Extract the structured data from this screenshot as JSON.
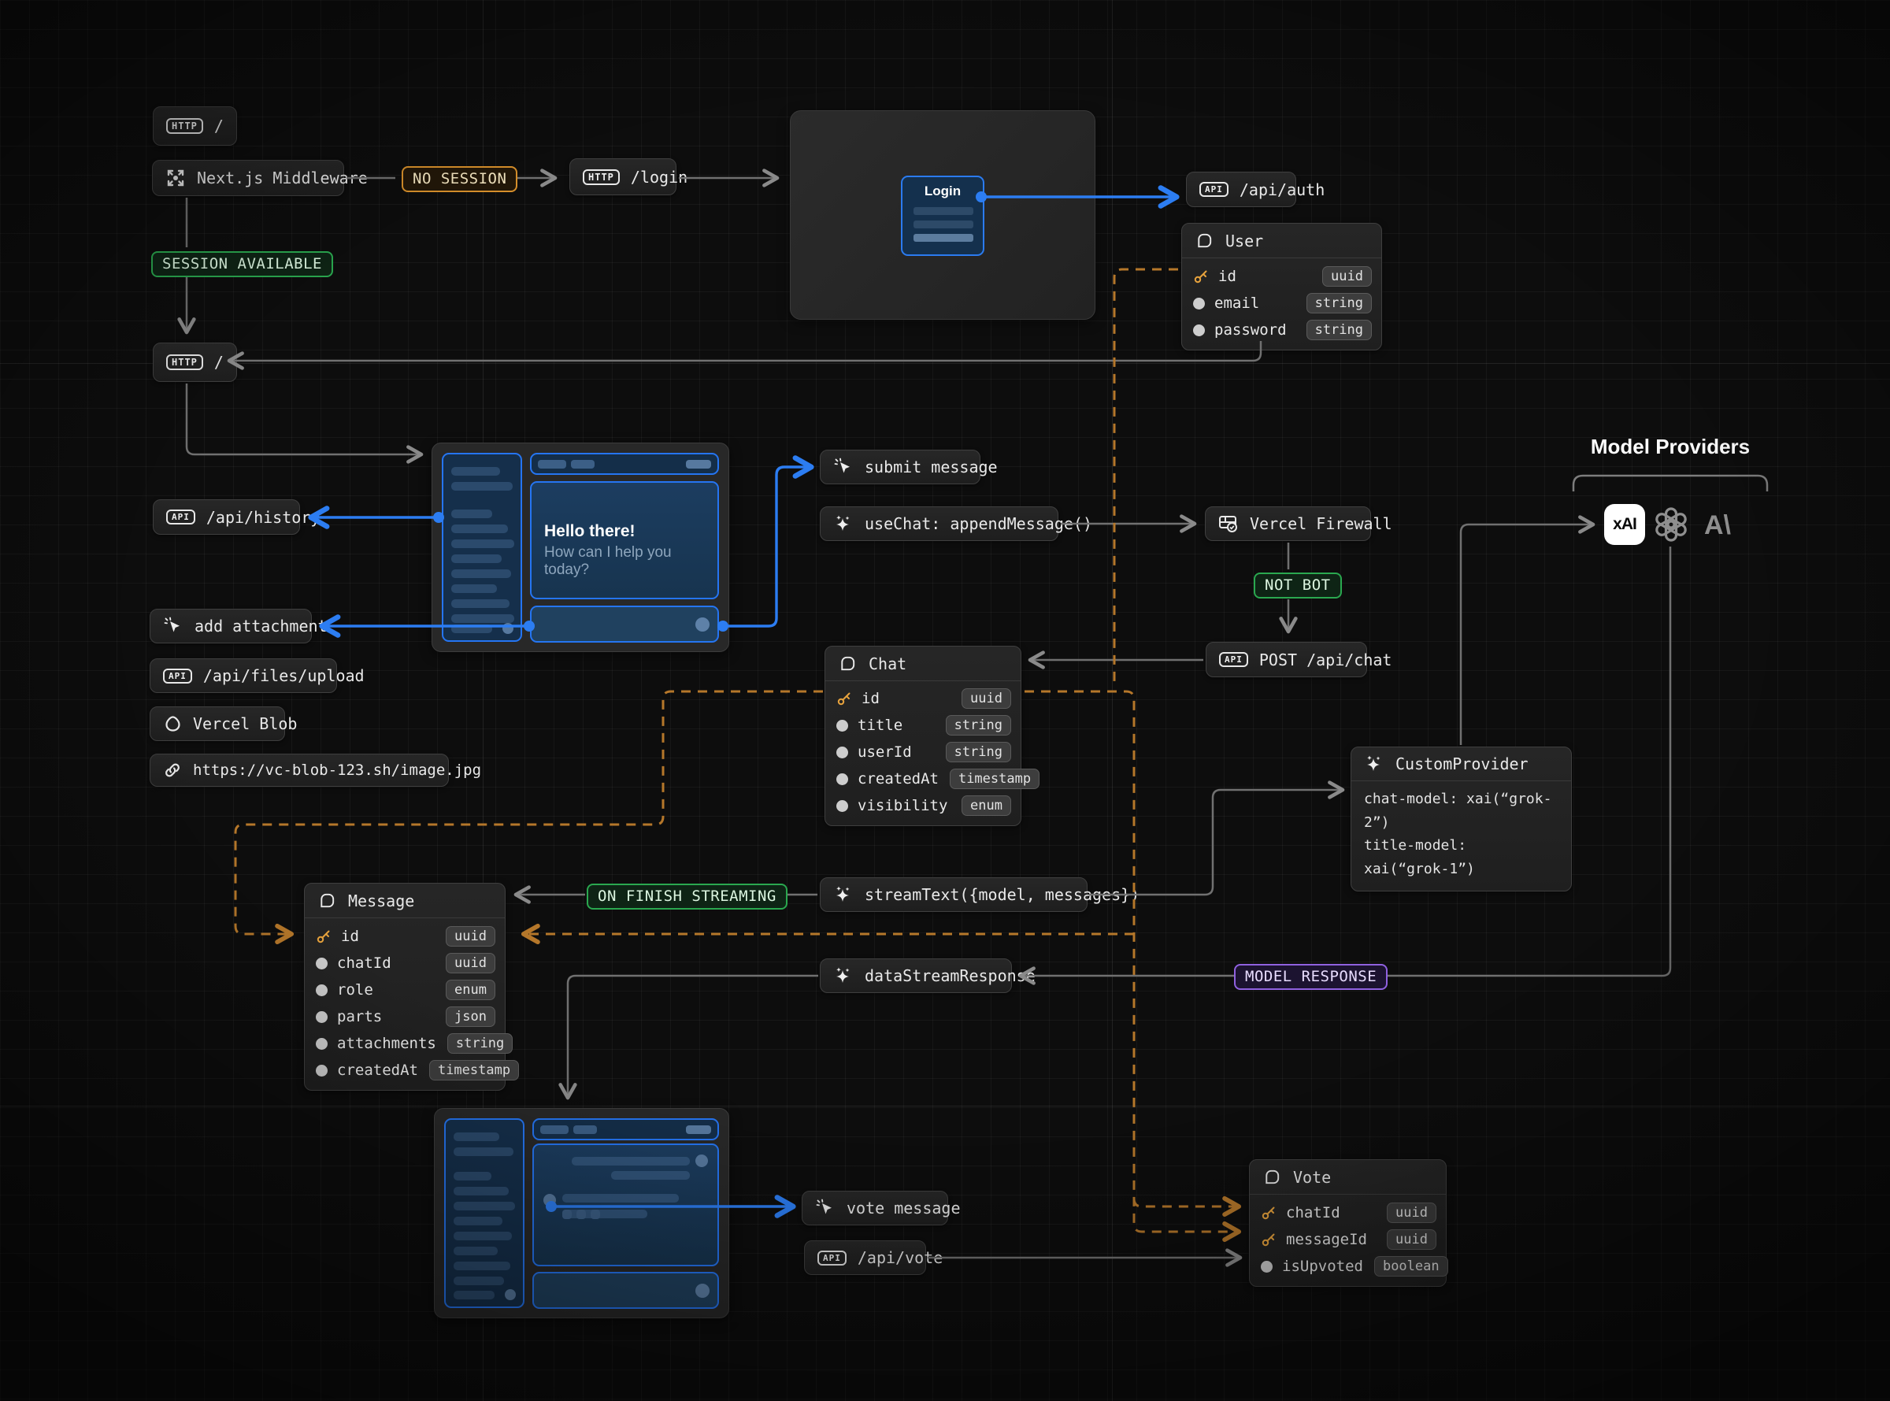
{
  "labels": {
    "no_session": "NO SESSION",
    "session_available": "SESSION AVAILABLE",
    "not_bot": "NOT BOT",
    "on_finish_streaming": "ON FINISH STREAMING",
    "model_response": "MODEL RESPONSE",
    "model_providers": "Model Providers",
    "login_title": "Login",
    "hello_title": "Hello there!",
    "hello_sub": "How can I help you today?"
  },
  "nodes": {
    "http_root_1": {
      "badge": "HTTP",
      "label": "/"
    },
    "middleware": {
      "label": "Next.js Middleware"
    },
    "http_login": {
      "badge": "HTTP",
      "label": "/login"
    },
    "api_auth": {
      "badge": "API",
      "label": "/api/auth"
    },
    "http_root_2": {
      "badge": "HTTP",
      "label": "/"
    },
    "api_history": {
      "badge": "API",
      "label": "/api/history"
    },
    "submit_message": {
      "label": "submit message"
    },
    "use_chat": {
      "label": "useChat: appendMessage()"
    },
    "vercel_firewall": {
      "label": "Vercel Firewall"
    },
    "post_api_chat": {
      "badge": "API",
      "label": "POST /api/chat"
    },
    "add_attachment": {
      "label": "add attachment"
    },
    "api_files_upload": {
      "badge": "API",
      "label": "/api/files/upload"
    },
    "vercel_blob": {
      "label": "Vercel Blob"
    },
    "blob_url": {
      "label": "https://vc-blob-123.sh/image.jpg"
    },
    "stream_text": {
      "label": "streamText({model, messages})"
    },
    "data_stream_response": {
      "label": "dataStreamResponse"
    },
    "vote_message": {
      "label": "vote message"
    },
    "api_vote": {
      "badge": "API",
      "label": "/api/vote"
    },
    "custom_provider": {
      "title": "CustomProvider",
      "line1": "chat-model: xai(“grok-2”)",
      "line2": "title-model: xai(“grok-1”)"
    }
  },
  "providers": [
    {
      "name": "xai",
      "glyph": "xAI"
    },
    {
      "name": "openai"
    },
    {
      "name": "anthropic",
      "glyph": "A\\"
    }
  ],
  "tables": {
    "user": {
      "title": "User",
      "rows": [
        {
          "name": "id",
          "type": "uuid"
        },
        {
          "name": "email",
          "type": "string"
        },
        {
          "name": "password",
          "type": "string"
        }
      ]
    },
    "chat": {
      "title": "Chat",
      "rows": [
        {
          "name": "id",
          "type": "uuid"
        },
        {
          "name": "title",
          "type": "string"
        },
        {
          "name": "userId",
          "type": "string"
        },
        {
          "name": "createdAt",
          "type": "timestamp"
        },
        {
          "name": "visibility",
          "type": "enum"
        }
      ]
    },
    "message": {
      "title": "Message",
      "rows": [
        {
          "name": "id",
          "type": "uuid"
        },
        {
          "name": "chatId",
          "type": "uuid"
        },
        {
          "name": "role",
          "type": "enum"
        },
        {
          "name": "parts",
          "type": "json"
        },
        {
          "name": "attachments",
          "type": "string"
        },
        {
          "name": "createdAt",
          "type": "timestamp"
        }
      ]
    },
    "vote": {
      "title": "Vote",
      "rows": [
        {
          "name": "chatId",
          "type": "uuid"
        },
        {
          "name": "messageId",
          "type": "uuid"
        },
        {
          "name": "isUpvoted",
          "type": "boolean"
        }
      ]
    }
  },
  "colors": {
    "edge_gray": "#707070",
    "edge_blue": "#2c7df2",
    "edge_orange": "#b5772a",
    "badge_amber": "#d9912b",
    "badge_green": "#2aa84f",
    "badge_purple": "#9061e0",
    "panel_blue": "#2575f2"
  }
}
